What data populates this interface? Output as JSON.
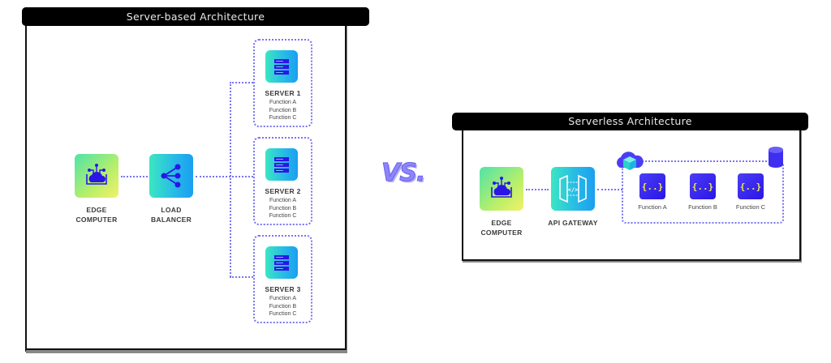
{
  "left_panel": {
    "title": "Server-based Architecture",
    "edge": {
      "label_line1": "EDGE",
      "label_line2": "COMPUTER",
      "icon": "edge-cloud-icon"
    },
    "balancer": {
      "label_line1": "LOAD",
      "label_line2": "BALANCER",
      "icon": "share-icon"
    },
    "servers": [
      {
        "name": "SERVER 1",
        "functions": [
          "Function A",
          "Function B",
          "Function C"
        ],
        "icon": "server-rack-icon"
      },
      {
        "name": "SERVER 2",
        "functions": [
          "Function A",
          "Function B",
          "Function C"
        ],
        "icon": "server-rack-icon"
      },
      {
        "name": "SERVER 3",
        "functions": [
          "Function A",
          "Function B",
          "Function C"
        ],
        "icon": "server-rack-icon"
      }
    ]
  },
  "vs_text": "VS.",
  "right_panel": {
    "title": "Serverless Architecture",
    "edge": {
      "label_line1": "EDGE",
      "label_line2": "COMPUTER",
      "icon": "edge-cloud-icon"
    },
    "gateway": {
      "label": "API GATEWAY",
      "icon": "api-gateway-icon"
    },
    "functions": [
      {
        "label": "Function A",
        "glyph": "{..}"
      },
      {
        "label": "Function B",
        "glyph": "{..}"
      },
      {
        "label": "Function C",
        "glyph": "{..}"
      }
    ],
    "cloud_icon": "cloud-cube-icon",
    "db_icon": "database-icon"
  },
  "colors": {
    "accent": "#7a74f2",
    "icon_blue": "#2a16e6",
    "glyph_yellow": "#f3e94a",
    "header_bg": "#000000"
  }
}
